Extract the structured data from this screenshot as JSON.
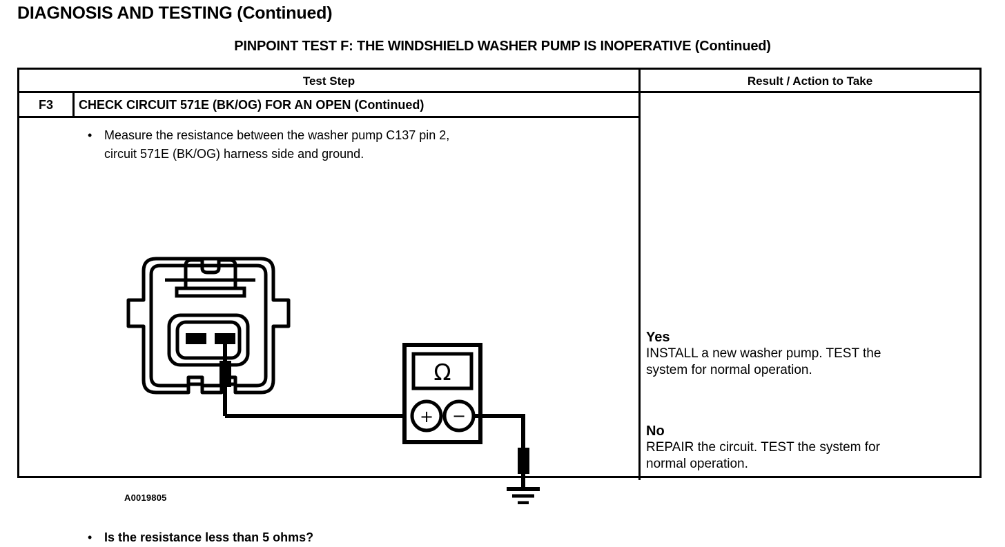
{
  "document": {
    "title": "DIAGNOSIS AND TESTING (Continued)",
    "subtitle": "PINPOINT TEST  F: THE WINDSHIELD WASHER PUMP IS INOPERATIVE (Continued)"
  },
  "table": {
    "headers": {
      "test_step": "Test Step",
      "result_action": "Result / Action to Take"
    },
    "step": {
      "id": "F3",
      "title": "CHECK CIRCUIT 571E (BK/OG) FOR AN OPEN (Continued)"
    },
    "instruction": {
      "bullet": "•",
      "line1": "Measure the resistance between the washer pump C137 pin 2,",
      "line2": "circuit 571E (BK/OG) harness side and ground."
    },
    "question": {
      "bullet": "•",
      "text": "Is the resistance less than 5 ohms?"
    },
    "results": [
      {
        "label": "Yes",
        "line1": "INSTALL a new washer pump. TEST the",
        "line2": "system for normal  operation."
      },
      {
        "label": "No",
        "line1": "REPAIR the circuit. TEST the system for",
        "line2": "normal operation."
      }
    ]
  },
  "figure": {
    "id": "A0019805",
    "meter_symbol": "Ω",
    "terminal_positive": "+",
    "terminal_negative": "−",
    "connector_pins": 2,
    "probed_pin": 2,
    "line_color": "#000000"
  }
}
